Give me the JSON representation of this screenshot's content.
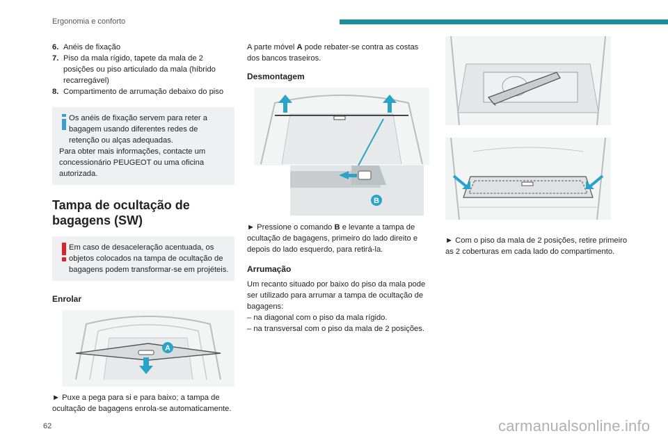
{
  "header": {
    "section": "Ergonomia e conforto"
  },
  "list": [
    {
      "num": "6.",
      "text": "Anéis de fixação"
    },
    {
      "num": "7.",
      "text": "Piso da mala rígido, tapete da mala de 2 posições ou piso articulado da mala (híbrido recarregável)"
    },
    {
      "num": "8.",
      "text": "Compartimento de arrumação debaixo do piso"
    }
  ],
  "info_note": {
    "icon": "info-icon",
    "line1": "Os anéis de fixação servem para reter a bagagem usando diferentes redes de retenção ou alças adequadas.",
    "line2": "Para obter mais informações, contacte um concessionário PEUGEOT ou uma oficina autorizada."
  },
  "section_title": "Tampa de ocultação de bagagens (SW)",
  "warning_note": {
    "icon": "warning-icon",
    "text": "Em caso de desaceleração acentuada, os objetos colocados na tampa de ocultação de bagagens podem transformar-se em projéteis."
  },
  "enrolar": {
    "heading": "Enrolar",
    "label_a": "A",
    "text": "► Puxe a pega para si e para baixo; a tampa de ocultação de bagagens enrola-se automaticamente."
  },
  "col2": {
    "intro_pre": "A parte móvel ",
    "intro_bold": "A",
    "intro_post": " pode rebater-se contra as costas dos bancos traseiros.",
    "desmontagem_heading": "Desmontagem",
    "label_b": "B",
    "desmontagem_pre": "► Pressione o comando ",
    "desmontagem_bold": "B",
    "desmontagem_post": " e levante a tampa de ocultação de bagagens, primeiro do lado direito e depois do lado esquerdo, para retirá-la.",
    "arrumacao_heading": "Arrumação",
    "arrumacao_text": "Um recanto situado por baixo do piso da mala pode ser utilizado para arrumar a tampa de ocultação de bagagens:",
    "arrumacao_items": [
      "–  na diagonal com o piso da mala rígido.",
      "–  na transversal com o piso da mala de 2 posições."
    ]
  },
  "col3": {
    "text": "► Com o piso da mala de 2 posições, retire primeiro as 2 coberturas em cada lado do compartimento."
  },
  "footer": {
    "page_number": "62",
    "watermark": "carmanualsonline.info"
  },
  "colors": {
    "accent": "#1b8f97",
    "info": "#3a9fcf",
    "warning": "#e0202a",
    "note_bg": "#eef0f1",
    "label_circle": "#2aa3c9"
  }
}
